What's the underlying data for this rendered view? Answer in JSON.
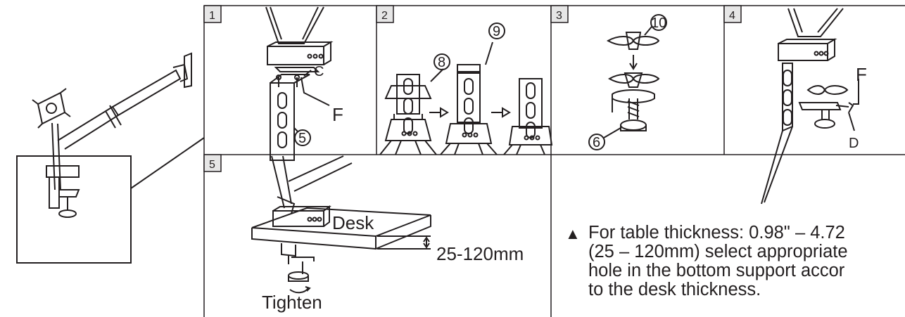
{
  "panels": [
    {
      "number": "1",
      "callouts": [
        "C",
        "F",
        "5"
      ]
    },
    {
      "number": "2",
      "callouts": [
        "8",
        "9"
      ]
    },
    {
      "number": "3",
      "callouts": [
        "10",
        "6"
      ]
    },
    {
      "number": "4",
      "callouts": [
        "F",
        "D"
      ]
    },
    {
      "number": "5",
      "desk_label": "Desk",
      "thickness_label": "25-120mm",
      "action_label": "Tighten"
    }
  ],
  "warning": {
    "icon": "warning-triangle-icon",
    "lines": [
      "For table thickness: 0.98\" – 4.72",
      "(25 – 120mm) select appropriate",
      "hole in the bottom support accor",
      "to the desk thickness."
    ]
  },
  "colors": {
    "line": "#231f20",
    "panel_number_bg": "#e6e6e6"
  }
}
